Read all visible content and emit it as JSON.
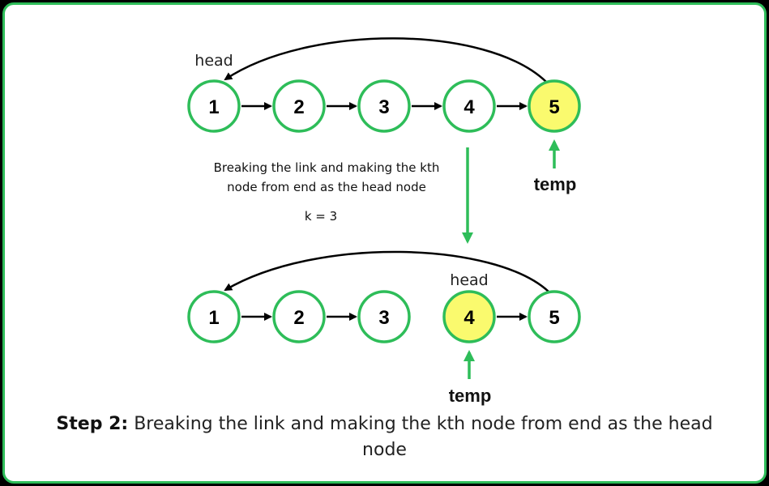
{
  "colors": {
    "accent_green": "#2ebd59",
    "highlight_yellow": "#fafa6e",
    "arrow_black": "#000000"
  },
  "top_list": {
    "head_label": "head",
    "temp_label": "temp",
    "nodes": [
      "1",
      "2",
      "3",
      "4",
      "5"
    ],
    "highlighted_node": "5"
  },
  "bottom_list": {
    "head_label": "head",
    "temp_label": "temp",
    "nodes": [
      "1",
      "2",
      "3",
      "4",
      "5"
    ],
    "highlighted_node": "4"
  },
  "note": {
    "line1": "Breaking the link and making the kth",
    "line2": "node from end as the head node",
    "k_value": "k = 3"
  },
  "caption": {
    "step": "Step 2:",
    "text": " Breaking the link and making the kth node from end as the head node"
  }
}
